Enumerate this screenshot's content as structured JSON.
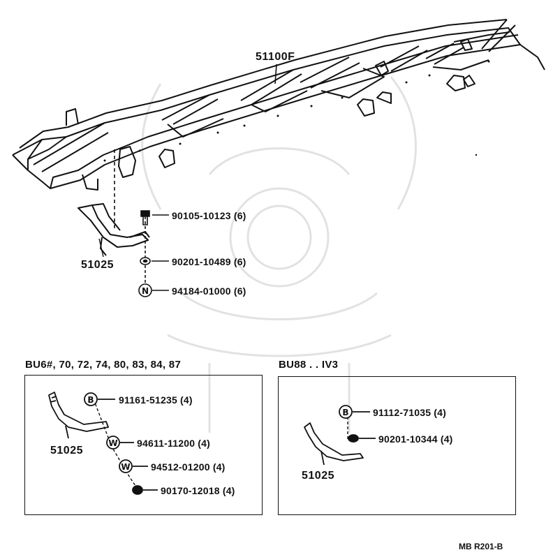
{
  "main_frame": {
    "part_number": "51100F"
  },
  "upper_bracket": {
    "part_number": "51025",
    "fasteners": [
      {
        "part_number": "90105-10123",
        "qty": "(6)"
      },
      {
        "part_number": "90201-10489",
        "qty": "(6)"
      },
      {
        "symbol": "N",
        "part_number": "94184-01000",
        "qty": "(6)"
      }
    ]
  },
  "variant_left": {
    "title": "BU6#, 70, 72, 74, 80, 83, 84, 87",
    "bracket_part_number": "51025",
    "fasteners": [
      {
        "symbol": "B",
        "part_number": "91161-51235",
        "qty": "(4)"
      },
      {
        "symbol": "W",
        "part_number": "94611-11200",
        "qty": "(4)"
      },
      {
        "symbol": "W",
        "part_number": "94512-01200",
        "qty": "(4)"
      },
      {
        "part_number": "90170-12018",
        "qty": "(4)"
      }
    ]
  },
  "variant_right": {
    "title": "BU88 . . IV3",
    "bracket_part_number": "51025",
    "fasteners": [
      {
        "symbol": "B",
        "part_number": "91112-71035",
        "qty": "(4)"
      },
      {
        "part_number": "90201-10344",
        "qty": "(4)"
      }
    ]
  },
  "diagram_code": "MB R201-B"
}
